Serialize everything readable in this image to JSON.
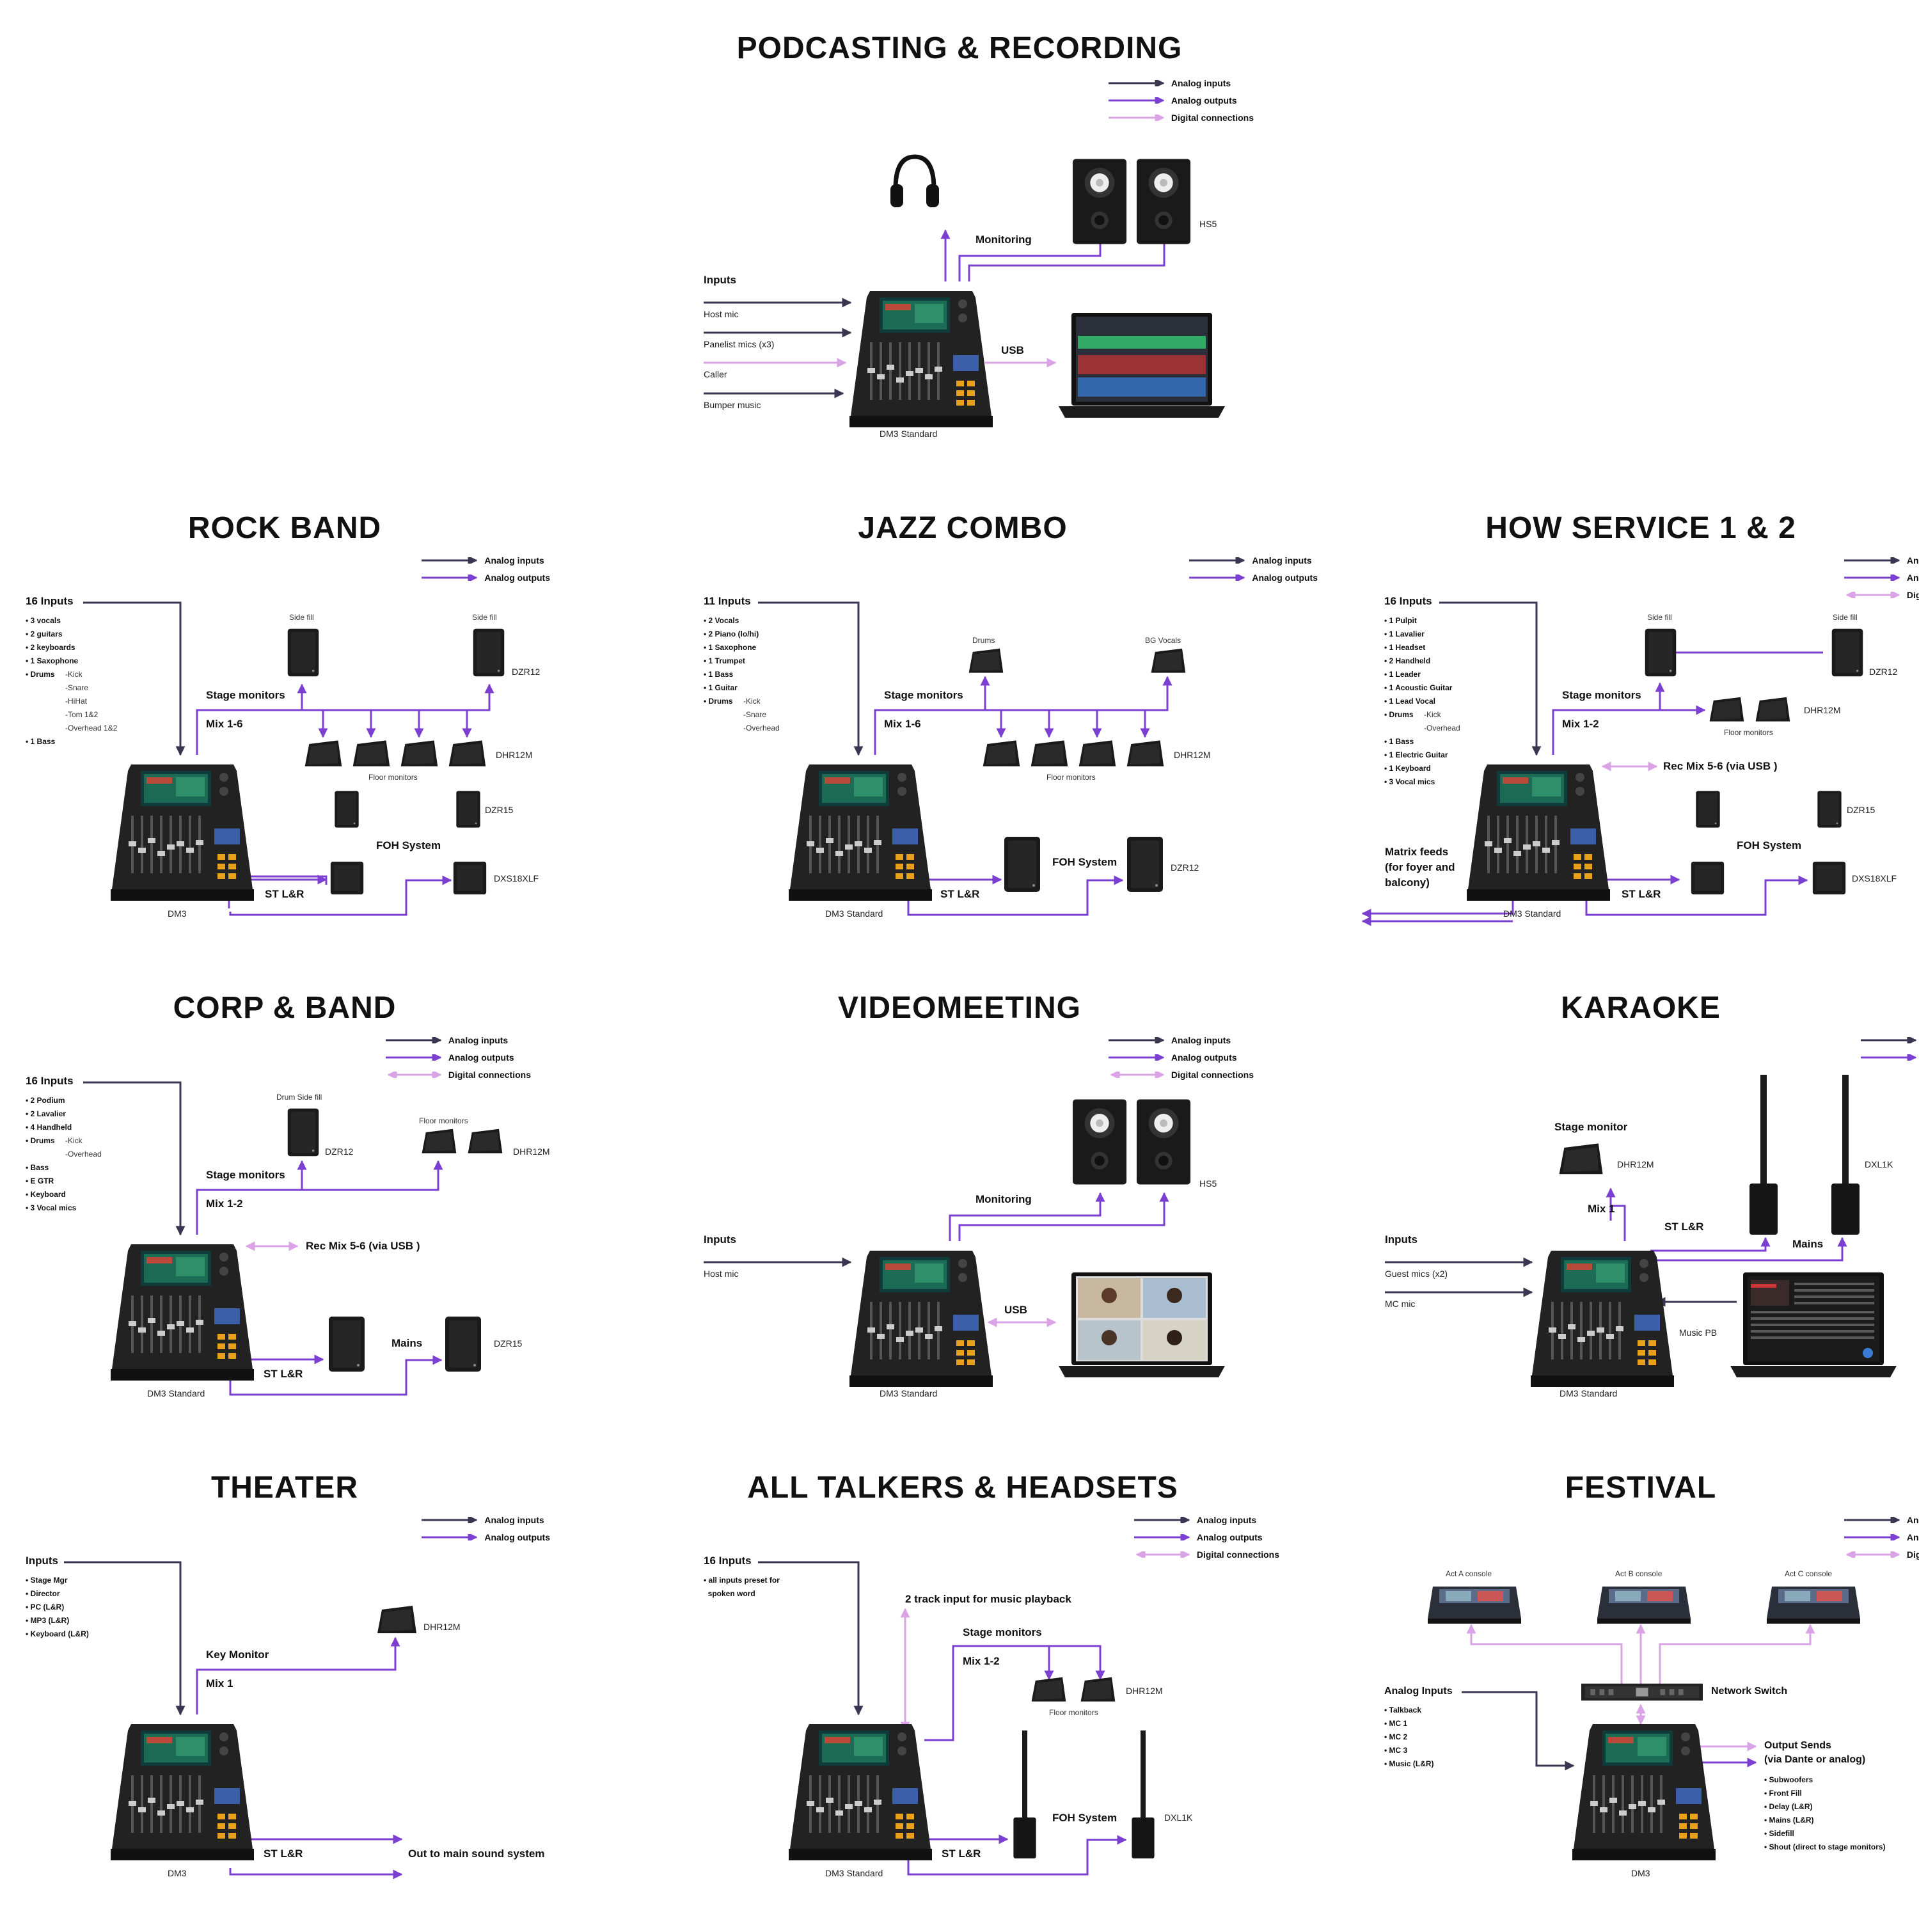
{
  "legend": {
    "analog_inputs": "Analog inputs",
    "analog_outputs": "Analog outputs",
    "digital": "Digital connections"
  },
  "colors": {
    "analog_in": "#3a3550",
    "analog_out": "#7b3fd1",
    "digital": "#d9a3e6"
  },
  "podcast": {
    "title": "PODCASTING & RECORDING",
    "inputs_h": "Inputs",
    "in1": "Host mic",
    "in2": "Panelist mics (x3)",
    "in3": "Caller",
    "in4": "Bumper music",
    "monitoring": "Monitoring",
    "usb": "USB",
    "hs5": "HS5",
    "console": "DM3 Standard"
  },
  "rock": {
    "title": "ROCK BAND",
    "inputs_h": "16 Inputs",
    "items": [
      "• 3 vocals",
      "• 2 guitars",
      "• 2 keyboards",
      "• 1 Saxophone",
      "• Drums"
    ],
    "drums": [
      "-Kick",
      "-Snare",
      "-HiHat",
      "-Tom 1&2",
      "-Overhead 1&2"
    ],
    "last": "• 1 Bass",
    "sidefill1": "Side fill",
    "sidefill2": "Side fill",
    "dzr12": "DZR12",
    "stage": "Stage monitors",
    "mix": "Mix 1-6",
    "dhr": "DHR12M",
    "floor": "Floor monitors",
    "dzr15": "DZR15",
    "foh": "FOH System",
    "dxs": "DXS18XLF",
    "st": "ST L&R",
    "console": "DM3"
  },
  "jazz": {
    "title": "JAZZ COMBO",
    "inputs_h": "11 Inputs",
    "items": [
      "• 2 Vocals",
      "• 2 Piano (lo/hi)",
      "• 1 Saxophone",
      "• 1 Trumpet",
      "• 1 Bass",
      "• 1 Guitar",
      "• Drums"
    ],
    "drums": [
      "-Kick",
      "-Snare",
      "-Overhead"
    ],
    "drums_lbl": "Drums",
    "bg": "BG Vocals",
    "stage": "Stage monitors",
    "mix": "Mix 1-6",
    "dhr": "DHR12M",
    "floor": "Floor monitors",
    "foh": "FOH System",
    "dzr12": "DZR12",
    "st": "ST L&R",
    "console": "DM3 Standard"
  },
  "how": {
    "title": "HOW SERVICE 1 & 2",
    "inputs_h": "16 Inputs",
    "items": [
      "• 1 Pulpit",
      "• 1 Lavalier",
      "• 1 Headset",
      "• 2 Handheld",
      "• 1 Leader",
      "• 1 Acoustic Guitar",
      "• 1 Lead Vocal",
      "• Drums"
    ],
    "drums": [
      "-Kick",
      "-Overhead"
    ],
    "rest": [
      "• 1 Bass",
      "• 1 Electric Guitar",
      "• 1 Keyboard",
      "• 3 Vocal mics"
    ],
    "sidefill1": "Side fill",
    "sidefill2": "Side fill",
    "dzr12": "DZR12",
    "stage": "Stage monitors",
    "mix": "Mix 1-2",
    "dhr": "DHR12M",
    "floor": "Floor monitors",
    "rec": "Rec Mix 5-6 (via USB )",
    "dzr15": "DZR15",
    "foh": "FOH System",
    "dxs": "DXS18XLF",
    "matrix": "Matrix feeds\n(for foyer and\nbalcony)",
    "st": "ST L&R",
    "console": "DM3 Standard"
  },
  "corp": {
    "title": "CORP & BAND",
    "inputs_h": "16 Inputs",
    "items": [
      "• 2 Podium",
      "• 2 Lavalier",
      "• 4 Handheld",
      "• Drums"
    ],
    "drums": [
      "-Kick",
      "-Overhead"
    ],
    "rest": [
      "• Bass",
      "• E GTR",
      "• Keyboard",
      "• 3 Vocal mics"
    ],
    "dsf": "Drum Side fill",
    "dzr12": "DZR12",
    "floor": "Floor monitors",
    "dhr": "DHR12M",
    "stage": "Stage monitors",
    "mix": "Mix 1-2",
    "rec": "Rec Mix 5-6 (via USB )",
    "mains": "Mains",
    "dzr15": "DZR15",
    "st": "ST L&R",
    "console": "DM3 Standard"
  },
  "video": {
    "title": "VIDEOMEETING",
    "inputs_h": "Inputs",
    "in1": "Host mic",
    "monitoring": "Monitoring",
    "hs5": "HS5",
    "usb": "USB",
    "console": "DM3 Standard"
  },
  "karaoke": {
    "title": "KARAOKE",
    "stage": "Stage monitor",
    "dhr": "DHR12M",
    "dxl": "DXL1K",
    "mix": "Mix 1",
    "st": "ST L&R",
    "mains": "Mains",
    "inputs_h": "Inputs",
    "in1": "Guest mics (x2)",
    "in2": "MC mic",
    "music": "Music PB",
    "console": "DM3 Standard"
  },
  "theater": {
    "title": "THEATER",
    "inputs_h": "Inputs",
    "items": [
      "• Stage Mgr",
      "• Director",
      "• PC (L&R)",
      "• MP3 (L&R)",
      "• Keyboard (L&R)"
    ],
    "dhr": "DHR12M",
    "key": "Key Monitor",
    "mix": "Mix 1",
    "st": "ST L&R",
    "out": "Out to main sound system",
    "console": "DM3"
  },
  "talkers": {
    "title": "ALL TALKERS & HEADSETS",
    "inputs_h": "16 Inputs",
    "items": [
      "• all inputs preset for",
      "  spoken word"
    ],
    "twotrack": "2 track input for music playback",
    "stage": "Stage monitors",
    "mix": "Mix 1-2",
    "dhr": "DHR12M",
    "floor": "Floor monitors",
    "foh": "FOH System",
    "dxl": "DXL1K",
    "st": "ST L&R",
    "console": "DM3 Standard"
  },
  "festival": {
    "title": "FESTIVAL",
    "acta": "Act A console",
    "actb": "Act B console",
    "actc": "Act C console",
    "switch": "Network Switch",
    "inputs_h": "Analog Inputs",
    "items": [
      "• Talkback",
      "• MC 1",
      "• MC 2",
      "• MC 3",
      "• Music (L&R)"
    ],
    "out_h1": "Output Sends",
    "out_h2": "(via Dante or analog)",
    "outs": [
      "• Subwoofers",
      "• Front Fill",
      "• Delay (L&R)",
      "• Mains (L&R)",
      "• Sidefill",
      "• Shout (direct to stage monitors)"
    ],
    "console": "DM3"
  }
}
